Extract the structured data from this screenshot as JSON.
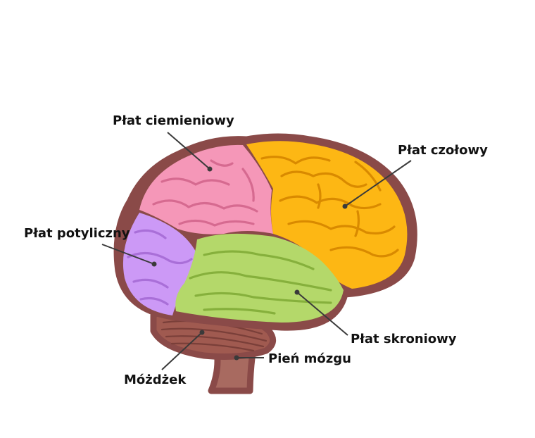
{
  "diagram": {
    "colors": {
      "outline": "#8a4a48",
      "parietal": "#f597b8",
      "frontal": "#fdb714",
      "occipital": "#cc99f6",
      "temporal": "#b4d86a",
      "cerebellum": "#a05a50",
      "brainstem": "#a86a60"
    },
    "labels": {
      "parietal": "Płat ciemieniowy",
      "frontal": "Płat czołowy",
      "occipital": "Płat potyliczny",
      "temporal": "Płat skroniowy",
      "cerebellum": "Móżdżek",
      "brainstem": "Pień mózgu"
    }
  }
}
